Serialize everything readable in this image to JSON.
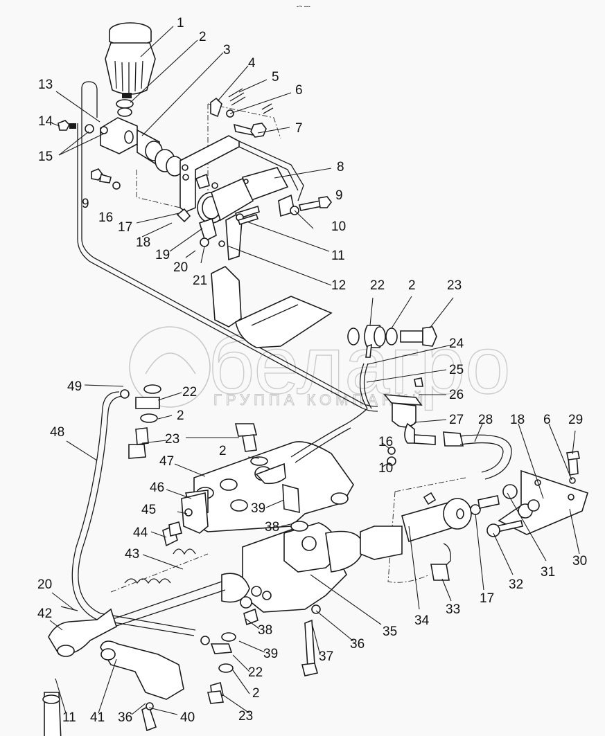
{
  "diagram": {
    "type": "exploded-parts-diagram",
    "subject": "clutch hydraulic drive assembly (pedal, master cylinder, booster, slave cylinder)",
    "corner_mark": "-~ ---",
    "watermark": {
      "brand": "белагро",
      "tagline": "ГРУППА КОМПАНИЙ"
    },
    "callouts": [
      {
        "id": "c1",
        "label": "1"
      },
      {
        "id": "c2a",
        "label": "2"
      },
      {
        "id": "c3",
        "label": "3"
      },
      {
        "id": "c4",
        "label": "4"
      },
      {
        "id": "c5",
        "label": "5"
      },
      {
        "id": "c6a",
        "label": "6"
      },
      {
        "id": "c7",
        "label": "7"
      },
      {
        "id": "c8",
        "label": "8"
      },
      {
        "id": "c9a",
        "label": "9"
      },
      {
        "id": "c10a",
        "label": "10"
      },
      {
        "id": "c11a",
        "label": "11"
      },
      {
        "id": "c12",
        "label": "12"
      },
      {
        "id": "c13",
        "label": "13"
      },
      {
        "id": "c14",
        "label": "14"
      },
      {
        "id": "c15",
        "label": "15"
      },
      {
        "id": "c9b",
        "label": "9"
      },
      {
        "id": "c16a",
        "label": "16"
      },
      {
        "id": "c17a",
        "label": "17"
      },
      {
        "id": "c18a",
        "label": "18"
      },
      {
        "id": "c19",
        "label": "19"
      },
      {
        "id": "c20a",
        "label": "20"
      },
      {
        "id": "c21",
        "label": "21"
      },
      {
        "id": "c22a",
        "label": "22"
      },
      {
        "id": "c2b",
        "label": "2"
      },
      {
        "id": "c23a",
        "label": "23"
      },
      {
        "id": "c24",
        "label": "24"
      },
      {
        "id": "c25",
        "label": "25"
      },
      {
        "id": "c26",
        "label": "26"
      },
      {
        "id": "c27",
        "label": "27"
      },
      {
        "id": "c28",
        "label": "28"
      },
      {
        "id": "c16b",
        "label": "16"
      },
      {
        "id": "c10b",
        "label": "10"
      },
      {
        "id": "c18b",
        "label": "18"
      },
      {
        "id": "c6b",
        "label": "6"
      },
      {
        "id": "c29",
        "label": "29"
      },
      {
        "id": "c30",
        "label": "30"
      },
      {
        "id": "c31",
        "label": "31"
      },
      {
        "id": "c32",
        "label": "32"
      },
      {
        "id": "c17b",
        "label": "17"
      },
      {
        "id": "c33",
        "label": "33"
      },
      {
        "id": "c34",
        "label": "34"
      },
      {
        "id": "c35",
        "label": "35"
      },
      {
        "id": "c36a",
        "label": "36"
      },
      {
        "id": "c37",
        "label": "37"
      },
      {
        "id": "c38a",
        "label": "38"
      },
      {
        "id": "c38b",
        "label": "38"
      },
      {
        "id": "c39a",
        "label": "39"
      },
      {
        "id": "c39b",
        "label": "39"
      },
      {
        "id": "c22b",
        "label": "22"
      },
      {
        "id": "c22c",
        "label": "22"
      },
      {
        "id": "c2c",
        "label": "2"
      },
      {
        "id": "c2d",
        "label": "2"
      },
      {
        "id": "c2e",
        "label": "2"
      },
      {
        "id": "c23b",
        "label": "23"
      },
      {
        "id": "c23c",
        "label": "23"
      },
      {
        "id": "c23d",
        "label": "23"
      },
      {
        "id": "c47",
        "label": "47"
      },
      {
        "id": "c46",
        "label": "46"
      },
      {
        "id": "c45",
        "label": "45"
      },
      {
        "id": "c44",
        "label": "44"
      },
      {
        "id": "c43",
        "label": "43"
      },
      {
        "id": "c48",
        "label": "48"
      },
      {
        "id": "c49",
        "label": "49"
      },
      {
        "id": "c20b",
        "label": "20"
      },
      {
        "id": "c42",
        "label": "42"
      },
      {
        "id": "c11b",
        "label": "11"
      },
      {
        "id": "c41",
        "label": "41"
      },
      {
        "id": "c36b",
        "label": "36"
      },
      {
        "id": "c40",
        "label": "40"
      }
    ]
  }
}
